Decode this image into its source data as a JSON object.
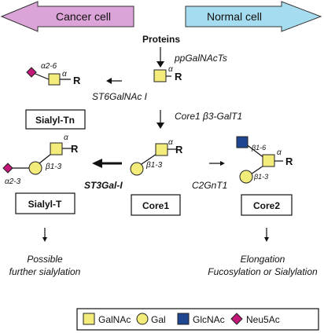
{
  "header": {
    "cancer_label": "Cancer cell",
    "normal_label": "Normal cell",
    "cancer_color": "#dba3d8",
    "normal_color": "#a6dcef"
  },
  "proteins_label": "Proteins",
  "enzymes": {
    "ppgalnacts": "ppGalNAcTs",
    "st6galnac": "ST6GalNAc I",
    "core1_gal": "Core1 β3-GalT1",
    "st3gal": "ST3Gal-I",
    "c2gnt1": "C2GnT1"
  },
  "structures": {
    "sialyl_tn": "Sialyl-Tn",
    "sialyl_t": "Sialyl-T",
    "core1": "Core1",
    "core2": "Core2"
  },
  "linkages": {
    "alpha": "α",
    "a2_6": "α2-6",
    "a2_3": "α2-3",
    "b1_3": "β1-3",
    "b1_6": "β1-6",
    "r": "R"
  },
  "outcomes": {
    "further_line1": "Possible",
    "further_line2": "further sialylation",
    "elong_line1": "Elongation",
    "elong_line2": "Fucosylation or Sialylation"
  },
  "legend": {
    "galnac": "GalNAc",
    "gal": "Gal",
    "glcnac": "GlcNAc",
    "neu5ac": "Neu5Ac"
  },
  "colors": {
    "galnac": "#f3ec7a",
    "gal": "#f3ec7a",
    "glcnac": "#1f4690",
    "neu5ac": "#c2187a"
  }
}
